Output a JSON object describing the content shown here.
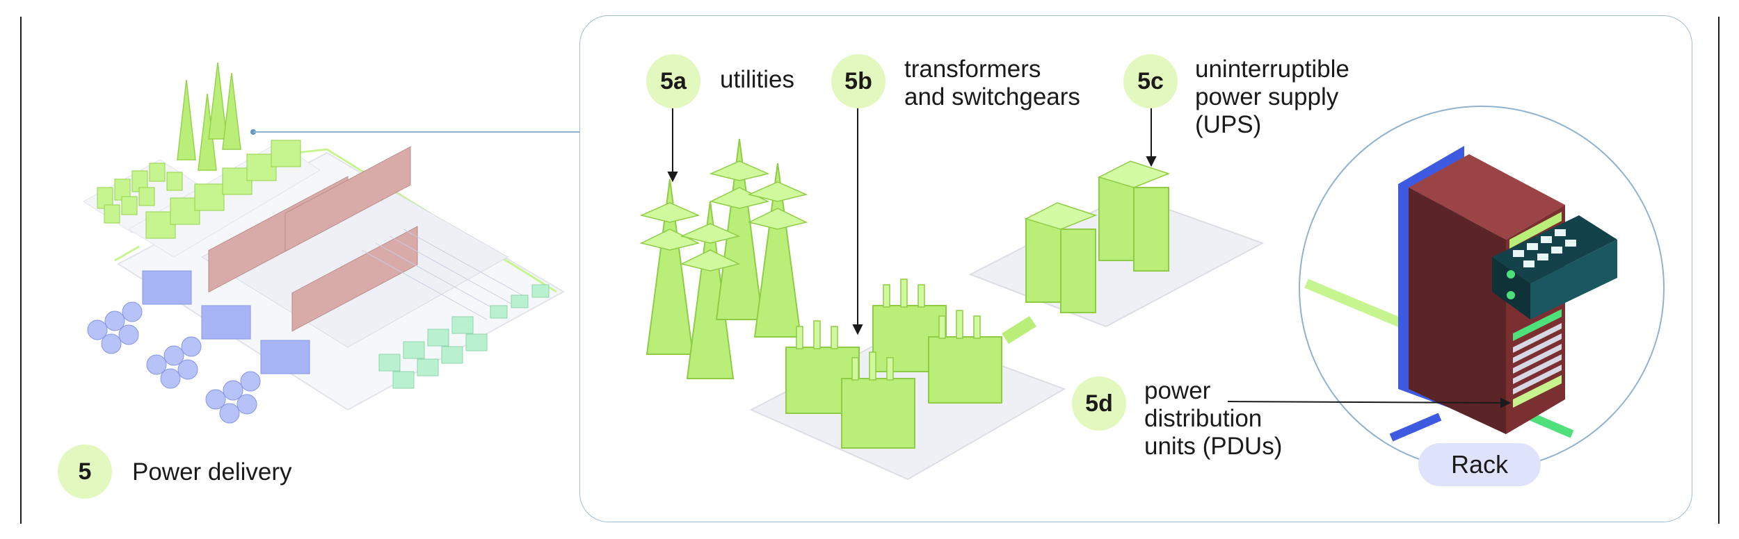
{
  "section": {
    "number": "5",
    "title": "Power delivery"
  },
  "items": [
    {
      "badge": "5a",
      "label": "utilities"
    },
    {
      "badge": "5b",
      "label": "transformers\nand switchgears"
    },
    {
      "badge": "5c",
      "label": "uninterruptible\npower supply\n(UPS)"
    },
    {
      "badge": "5d",
      "label": "power\ndistribution\nunits (PDUs)"
    }
  ],
  "rack": {
    "label": "Rack"
  },
  "colors": {
    "green": "#bdf47a",
    "green_dark": "#96d24a",
    "badge_bg": "#e3f8be",
    "rack": "#7c2f30",
    "rack_blue": "#4d64e6",
    "panel_border": "#9cbcd4",
    "cooling": "#a7b5f7",
    "servers": "#d8aaa8",
    "mint": "#b9f0cf"
  }
}
